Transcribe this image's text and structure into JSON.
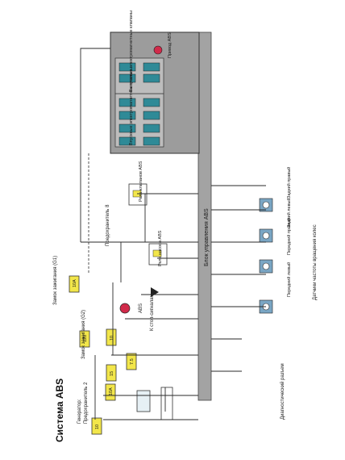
{
  "title": "Система ABS",
  "footer": {
    "diag": "Диагностический разъем",
    "sensors": "Датчики частоты вращения колес"
  },
  "labels": {
    "generator": "Генератор:",
    "fuse2": "Предохранитель 2",
    "ign_g2": "Замок зажигания (G2)",
    "ign_g1": "Замок зажигания (G1)",
    "fuse8": "Предохранитель 8",
    "ecu": "Блок управления ABS",
    "abs_lamp": "ABS",
    "stop": "К стоп-сигналам",
    "relay_solenoid": "Реле клапанов ABS",
    "relay_pump": "Реле насоса ABS",
    "inlet_valves": "Впускные электромагнитные клапаны",
    "outlet_valves": "Выпускные электромагнитные клапаны",
    "abs_drive": "Привод ABS",
    "fl": "Передний левый",
    "fr": "Передний правый",
    "rl": "Задний левый",
    "rr": "Задний правый"
  },
  "fuses": {
    "f1": "10",
    "f2": "15",
    "f3": "10A",
    "f4": "10A",
    "f5": "10",
    "f6": "7.5",
    "f7": "120"
  },
  "colors": {
    "fuse": "#f2e64a",
    "ecu_bar": "#a3a3a3",
    "abs_block": "#9c9c9c",
    "valve": "#2f8a97",
    "sensor": "#7aa6c4",
    "lamp": "#d12a4a"
  }
}
